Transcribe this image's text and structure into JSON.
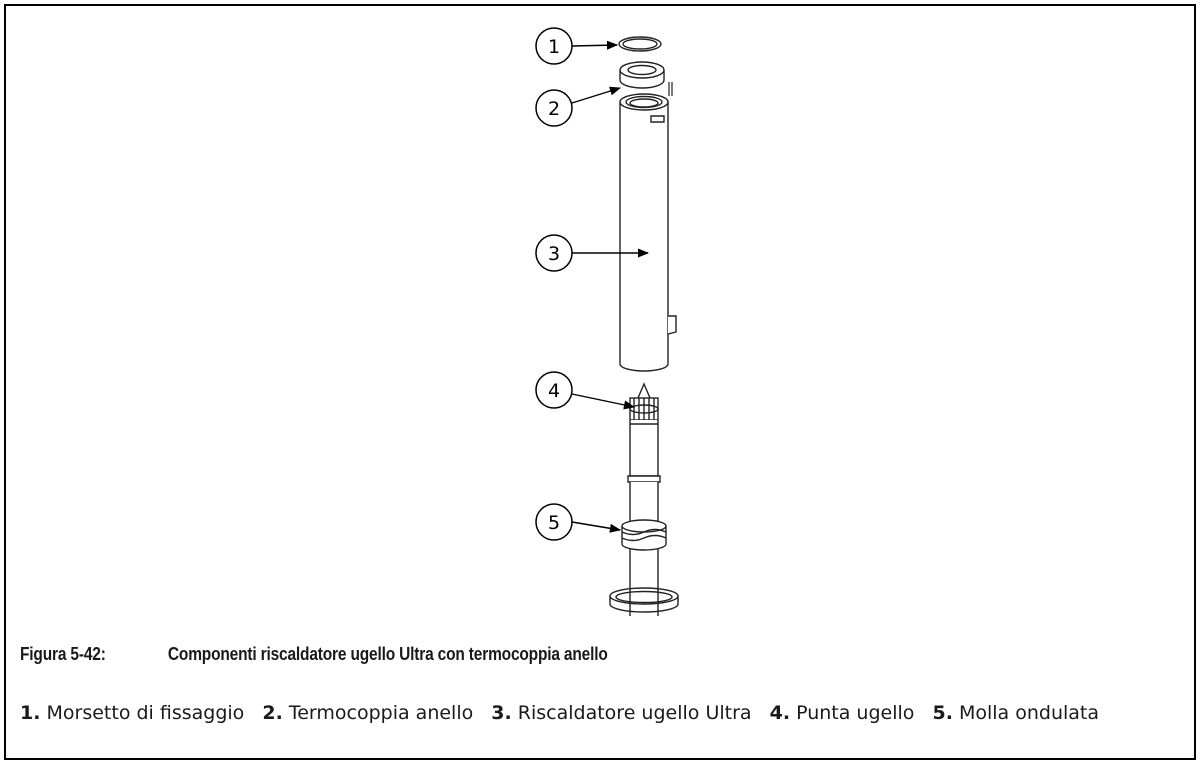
{
  "figure": {
    "number": "Figura 5-42:",
    "title": "Componenti riscaldatore ugello Ultra con termocoppia anello"
  },
  "callouts": [
    "1",
    "2",
    "3",
    "4",
    "5"
  ],
  "legend": [
    {
      "num": "1.",
      "text": "Morsetto di fissaggio"
    },
    {
      "num": "2.",
      "text": "Termocoppia anello"
    },
    {
      "num": "3.",
      "text": "Riscaldatore ugello Ultra"
    },
    {
      "num": "4.",
      "text": "Punta ugello"
    },
    {
      "num": "5.",
      "text": "Molla ondulata"
    }
  ]
}
